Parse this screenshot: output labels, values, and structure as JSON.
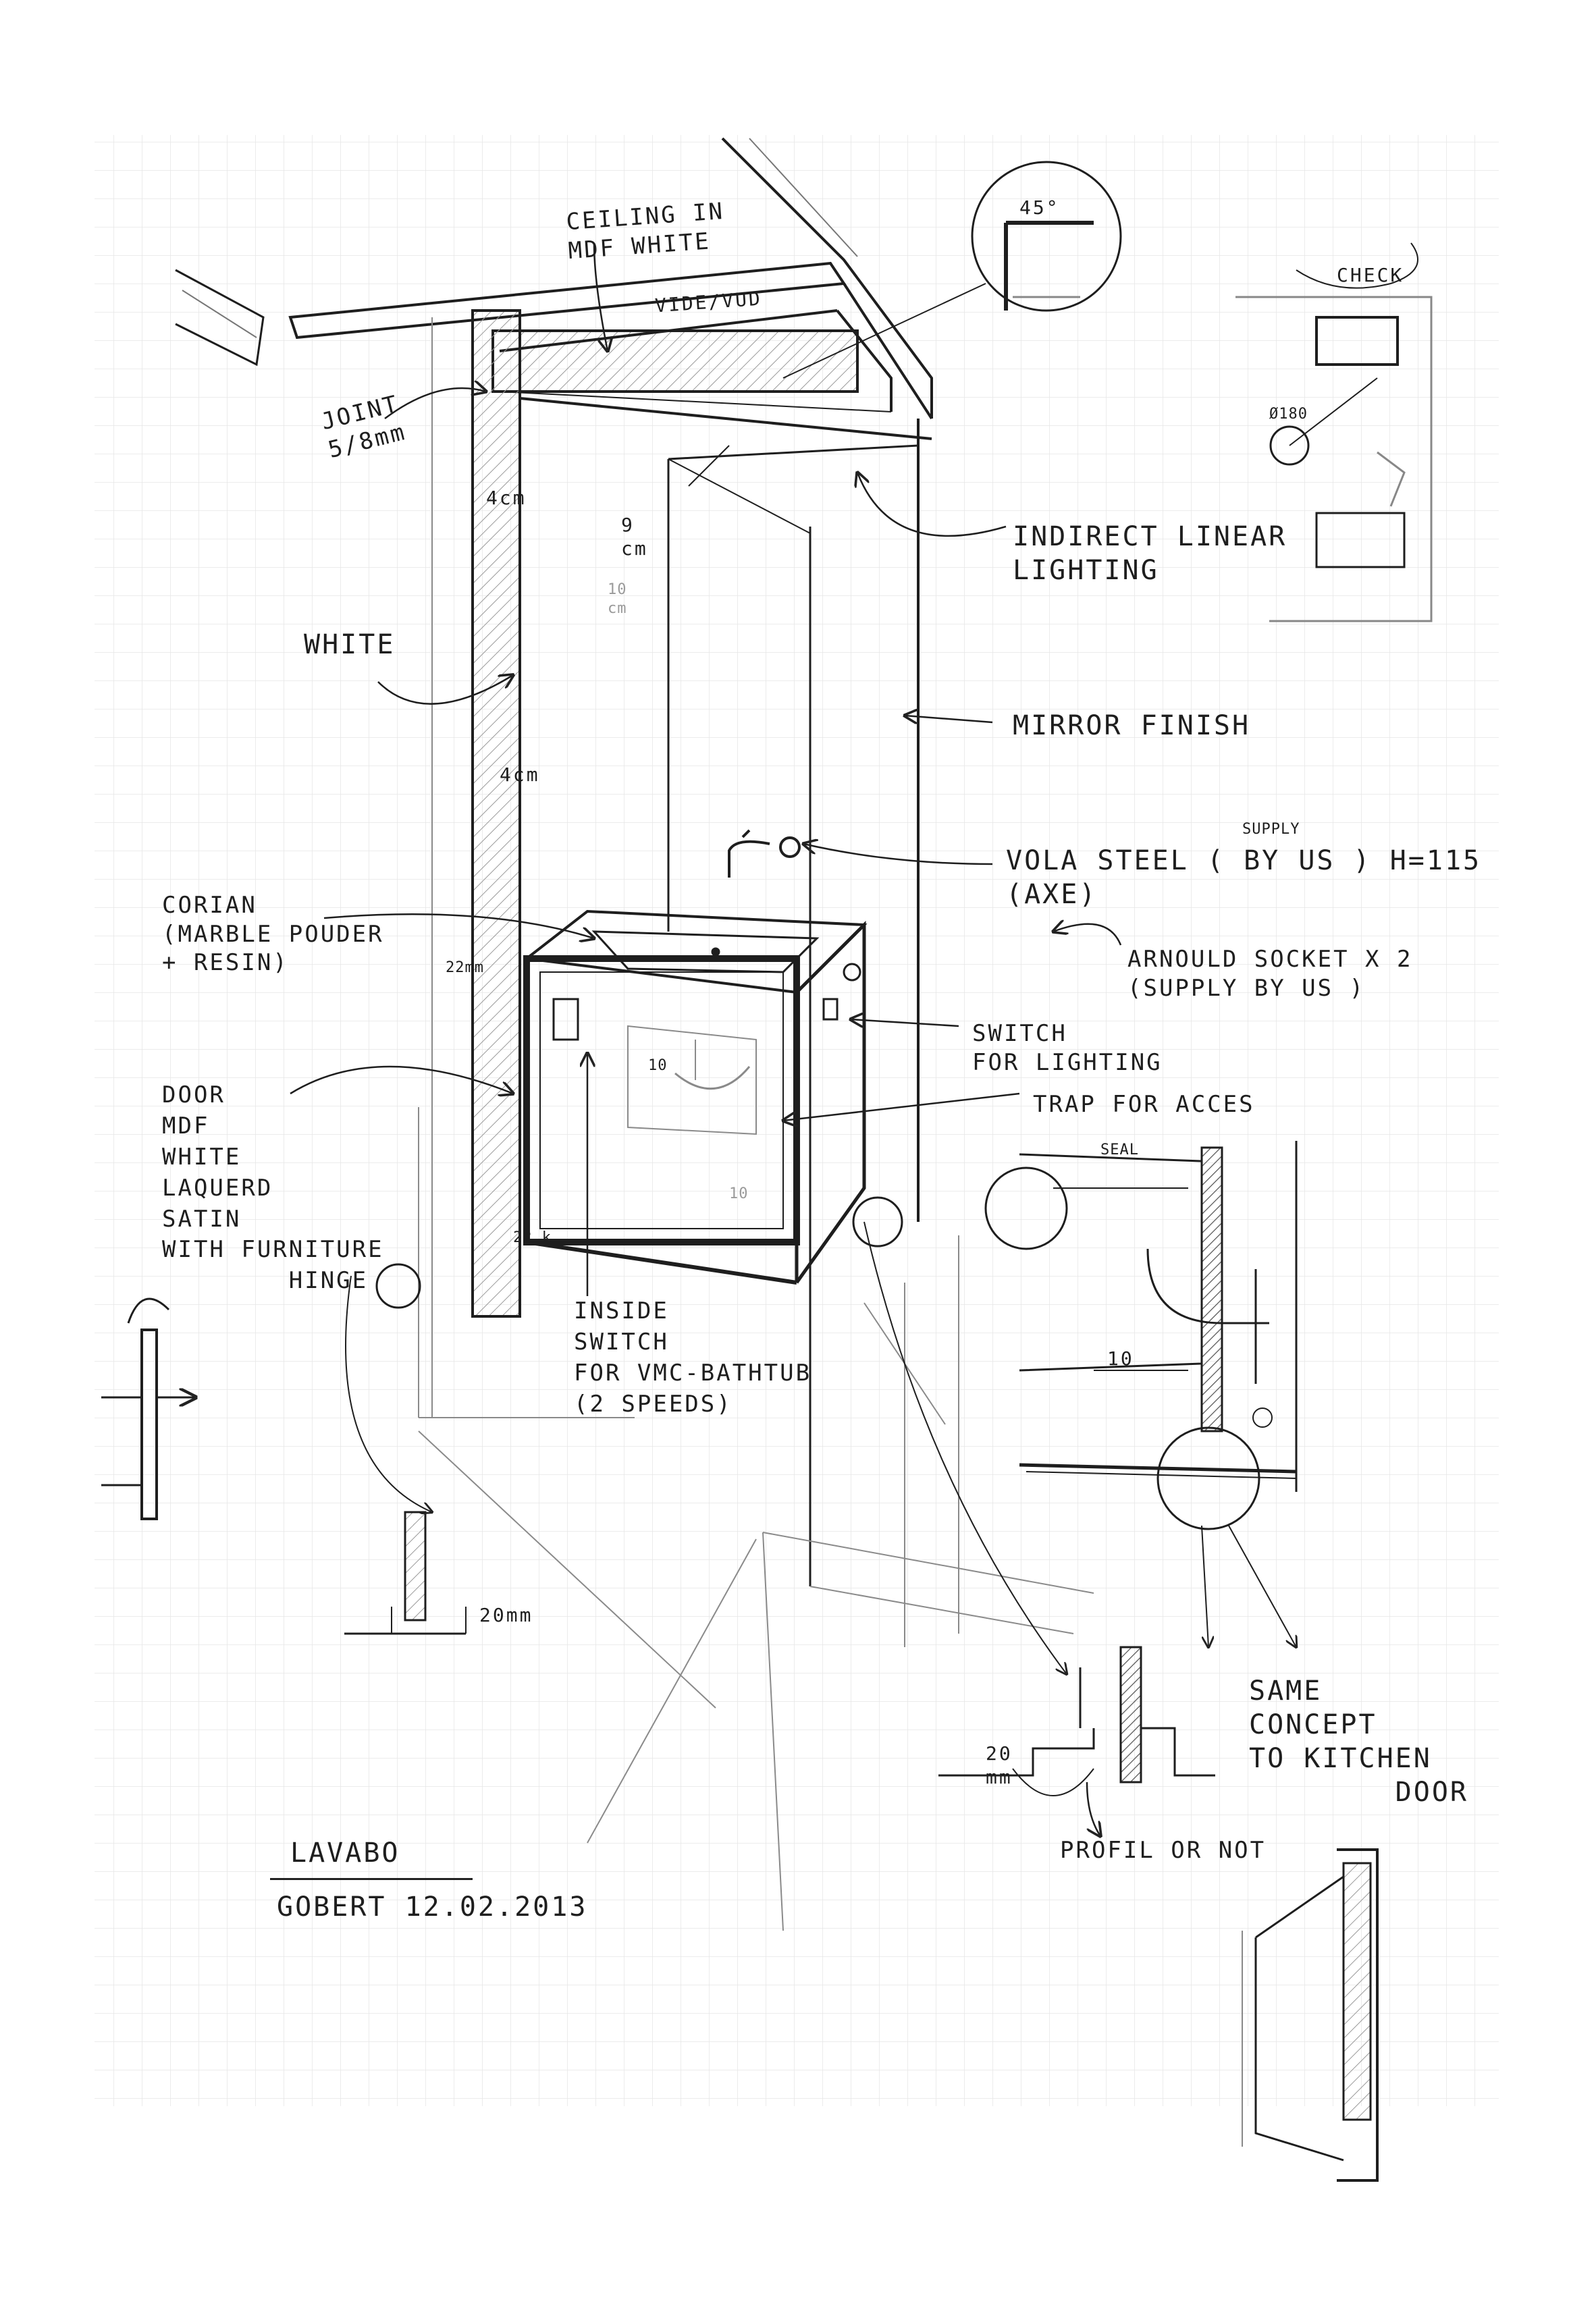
{
  "sheet": {
    "paper": "#ffffff",
    "grid": "#e4e4e4",
    "ink": "#1e1e1e",
    "pencil": "#6b6b6b"
  },
  "labels": {
    "ceiling": "CEILING IN\nMDF WHITE",
    "void": "VIDE/VUD",
    "angle_top": "45°",
    "check": "CHECK",
    "dia_180": "Ø180",
    "joint": "JOINT\n5/8mm",
    "dim_4cm_top": "4cm",
    "dim_9cm": "9\ncm",
    "dim_10cm": "10\ncm",
    "indirect_lighting": "INDIRECT LINEAR\nLIGHTING",
    "white": "WHITE",
    "mirror": "MIRROR FINISH",
    "dim_4cm_mid": "4cm",
    "supply": "SUPPLY",
    "vola": "VOLA STEEL ( BY US ) H=115\n(AXE)",
    "corian": "CORIAN\n(MARBLE POUDER\n+ RESIN)",
    "dim_22_top": "22mm",
    "arnould": "ARNOULD SOCKET X 2\n(SUPPLY BY US )",
    "switch_lighting": "SWITCH\nFOR LIGHTING",
    "trap": "TRAP FOR ACCES",
    "dim_10_inner": "10",
    "dim_10_lower": "10",
    "door": "DOOR\nMDF\nWHITE\nLAQUERD\nSATIN\nWITH FURNITURE\n        HINGE",
    "dim_22_bottom": "22 k",
    "seal": "SEAL",
    "dim_10_detail": "10",
    "inside_switch": "INSIDE\nSWITCH\nFOR VMC-BATHTUB\n(2 SPEEDS)",
    "dim_20mm": "20mm",
    "same_concept": "SAME\nCONCEPT\nTO KITCHEN\n        DOOR",
    "dim_20_detail": "20\nmm",
    "profil": "PROFIL OR NOT",
    "title": "LAVABO",
    "author_date": "GOBERT 12.02.2013"
  }
}
